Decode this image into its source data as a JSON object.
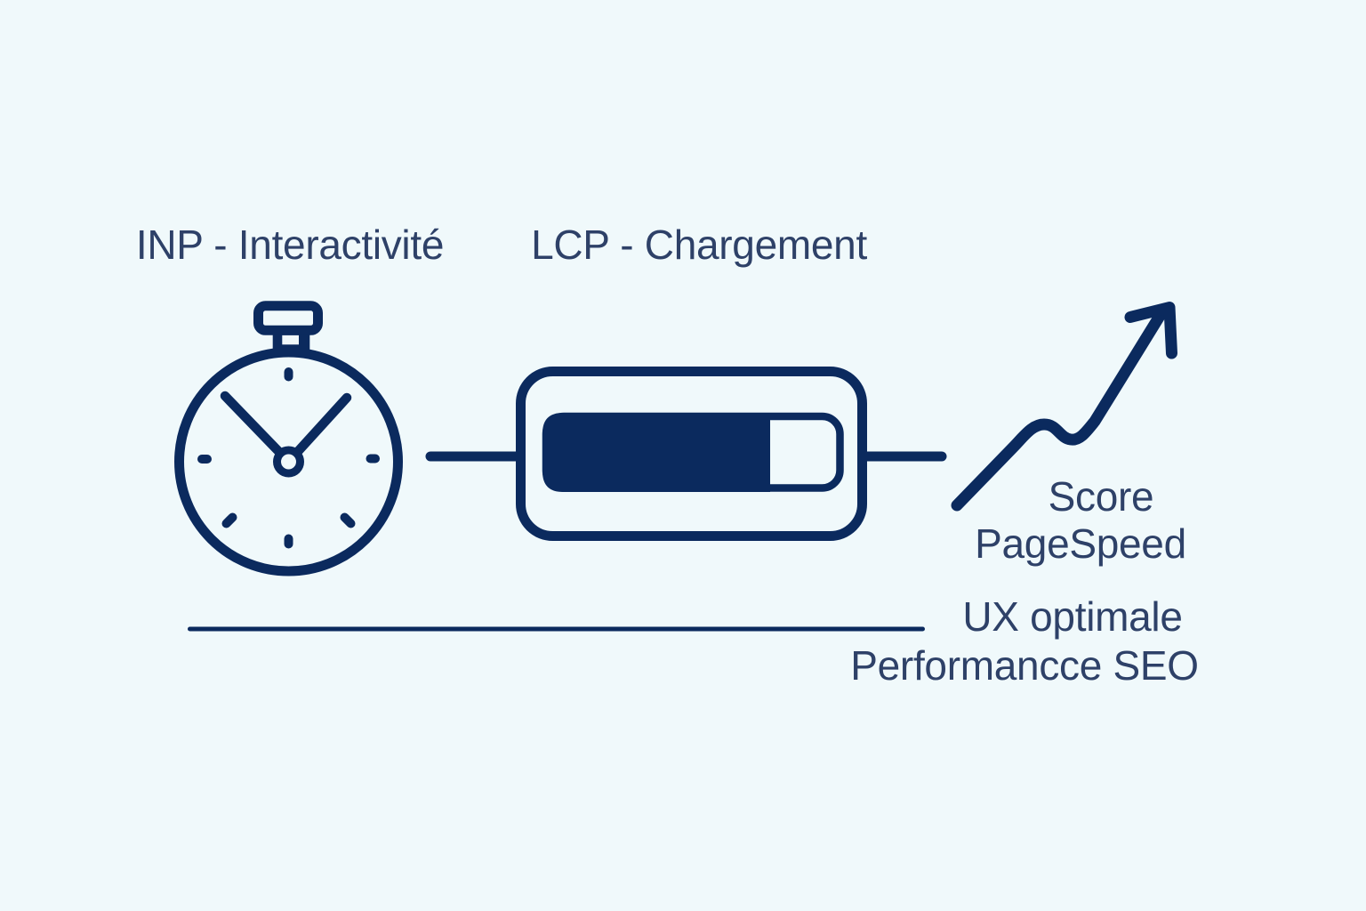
{
  "colors": {
    "bg": "#f0f9fb",
    "ink": "#0b2a5e",
    "text": "#2e4168"
  },
  "diagram": {
    "steps": [
      {
        "icon": "stopwatch-icon",
        "label": "INP - Interactivité"
      },
      {
        "icon": "progress-bar-icon",
        "label": "LCP - Chargement",
        "fill_percent": 76
      },
      {
        "icon": "trend-arrow-icon",
        "label_lines": [
          "Score",
          "PageSpeed"
        ]
      }
    ],
    "outcome_lines": [
      "UX optimale",
      "Performancce SEO"
    ]
  }
}
